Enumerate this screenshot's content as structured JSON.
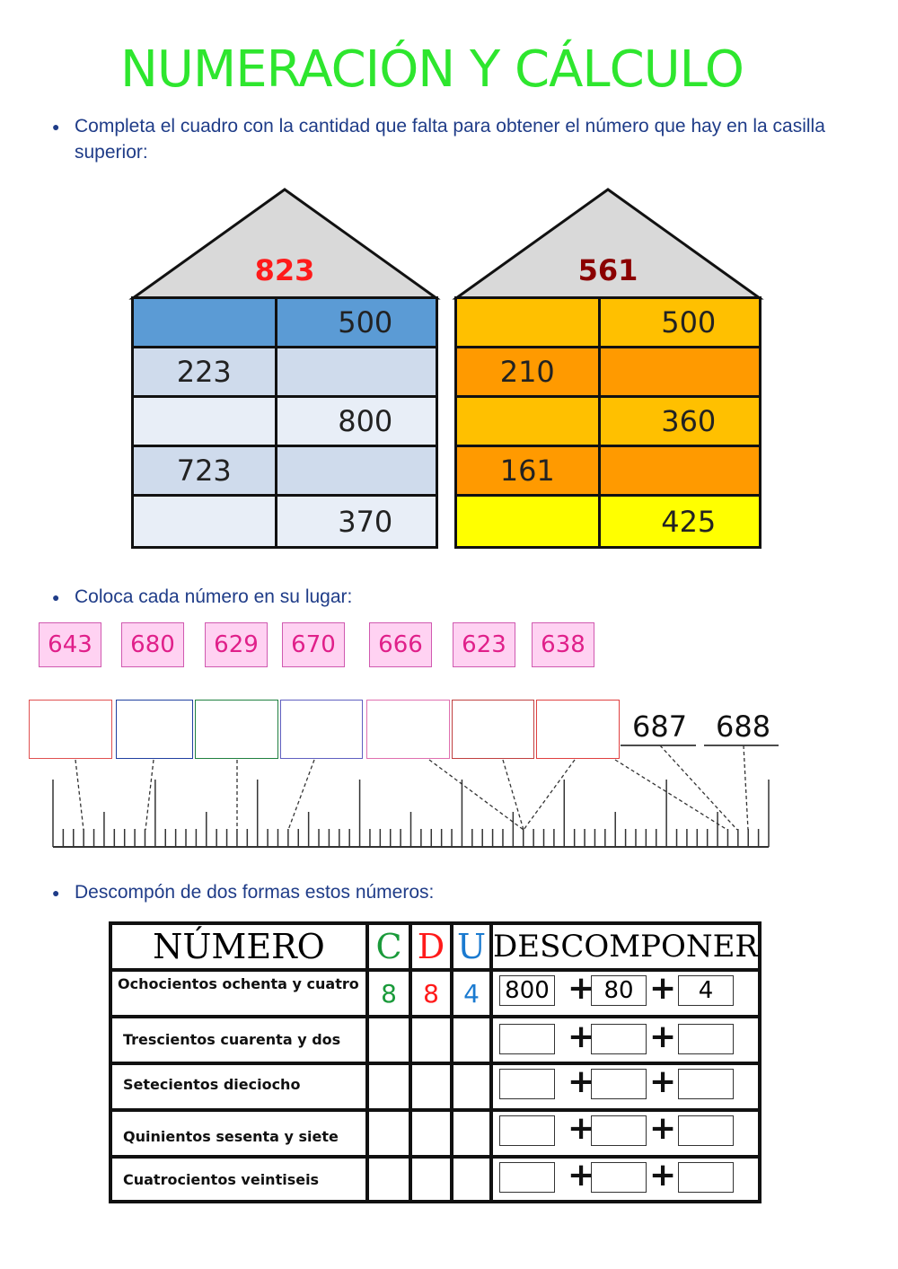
{
  "title": "NUMERACIÓN Y CÁLCULO",
  "instructions": [
    "Completa el cuadro con la cantidad que falta para obtener el número que hay en la casilla superior:",
    "Coloca cada número en su lugar:",
    "Descompón de dos formas estos números:"
  ],
  "houses": [
    {
      "top": "823",
      "top_color": "#ff1a1a",
      "rows": [
        {
          "left": "",
          "right": "500",
          "color": "#5b9bd5"
        },
        {
          "left": "223",
          "right": "",
          "color": "#cfdbec"
        },
        {
          "left": "",
          "right": "800",
          "color": "#e8eef7"
        },
        {
          "left": "723",
          "right": "",
          "color": "#cfdbec"
        },
        {
          "left": "",
          "right": "370",
          "color": "#e8eef7"
        }
      ]
    },
    {
      "top": "561",
      "top_color": "#8b0000",
      "rows": [
        {
          "left": "",
          "right": "500",
          "color": "#ffc000"
        },
        {
          "left": "210",
          "right": "",
          "color": "#ff9a00"
        },
        {
          "left": "",
          "right": "360",
          "color": "#ffc000"
        },
        {
          "left": "161",
          "right": "",
          "color": "#ff9a00"
        },
        {
          "left": "",
          "right": "425",
          "color": "#ffff00"
        }
      ]
    }
  ],
  "number_chips": [
    "643",
    "680",
    "629",
    "670",
    "666",
    "623",
    "638"
  ],
  "ruler_labels": [
    "687",
    "688"
  ],
  "slot_colors": [
    "#e05050",
    "#2040a0",
    "#208040",
    "#6060c0",
    "#e070b0",
    "#c04040",
    "#e04040"
  ],
  "table": {
    "headers": {
      "numero": "NÚMERO",
      "c": "C",
      "d": "D",
      "u": "U",
      "descomponer": "DESCOMPONER"
    },
    "header_colors": {
      "c": "#1a9a3a",
      "d": "#ff1a1a",
      "u": "#1a7ad0"
    },
    "rows": [
      {
        "label": "Ochocientos ochenta y cuatro",
        "c": "8",
        "d": "8",
        "u": "4",
        "parts": [
          "800",
          "80",
          "4"
        ]
      },
      {
        "label": "Trescientos cuarenta y dos",
        "c": "",
        "d": "",
        "u": "",
        "parts": [
          "",
          "",
          ""
        ]
      },
      {
        "label": "Setecientos dieciocho",
        "c": "",
        "d": "",
        "u": "",
        "parts": [
          "",
          "",
          ""
        ]
      },
      {
        "label": "Quinientos sesenta y siete",
        "c": "",
        "d": "",
        "u": "",
        "parts": [
          "",
          "",
          ""
        ]
      },
      {
        "label": "Cuatrocientos veintiseis",
        "c": "",
        "d": "",
        "u": "",
        "parts": [
          "",
          "",
          ""
        ]
      }
    ],
    "plus": "+"
  }
}
